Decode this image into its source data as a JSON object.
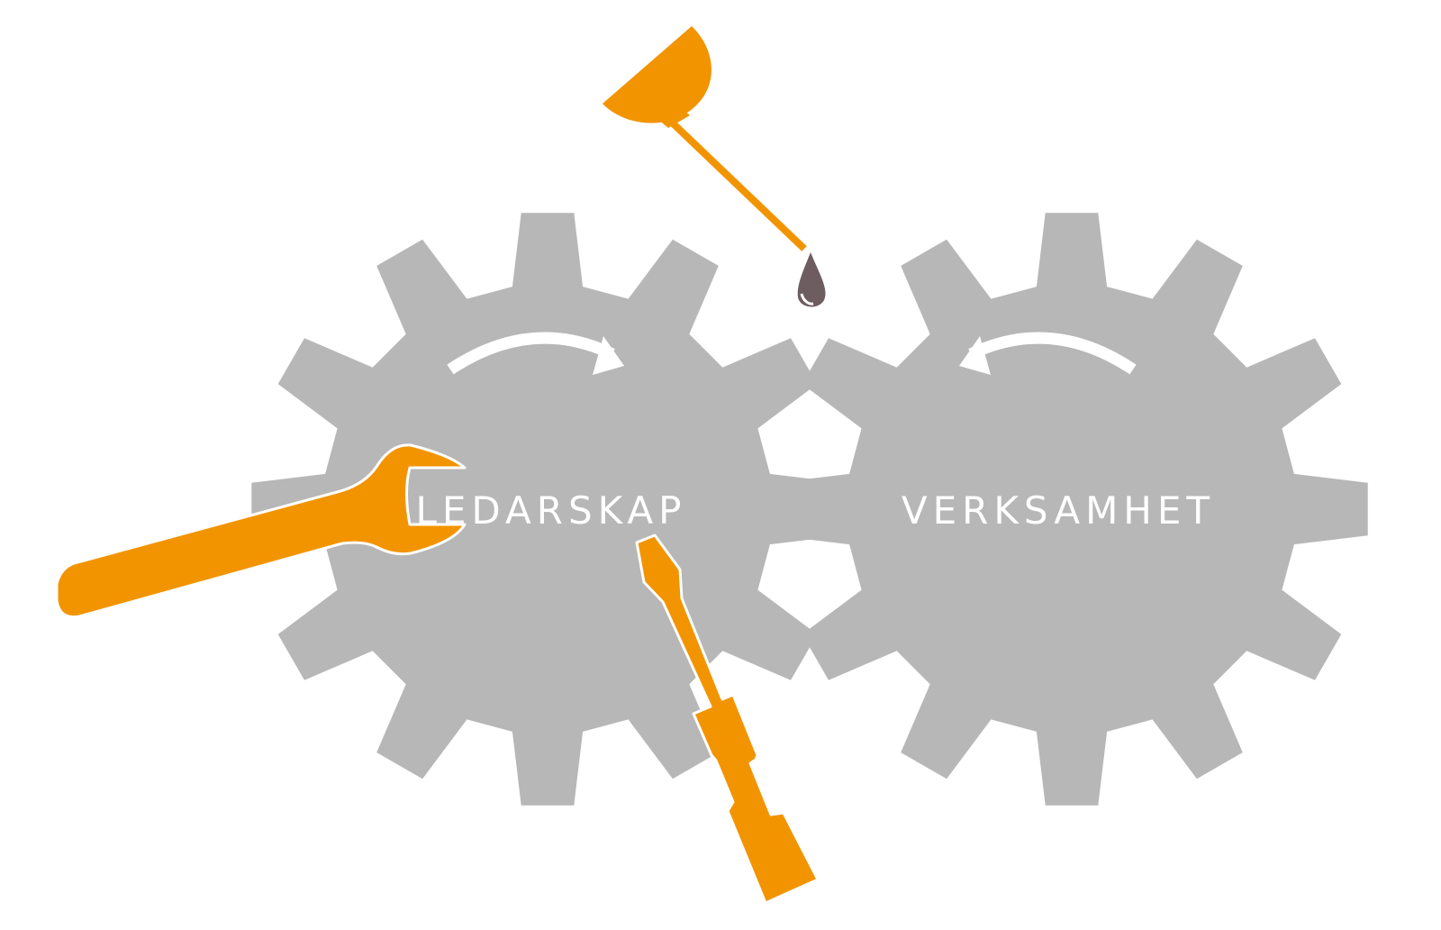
{
  "gears": {
    "left": {
      "label": "LEDARSKAP",
      "rotation": "clockwise"
    },
    "right": {
      "label": "VERKSAMHET",
      "rotation": "counterclockwise"
    }
  },
  "tools": {
    "wrench": "wrench-icon",
    "screwdriver": "screwdriver-icon",
    "oil_can": "oil-can-icon",
    "oil_drop": "oil-drop-icon"
  },
  "colors": {
    "gear": "#b7b7b7",
    "tool": "#f29400",
    "oil": "#6e5d60",
    "outline": "#ffffff",
    "text": "#ffffff"
  }
}
